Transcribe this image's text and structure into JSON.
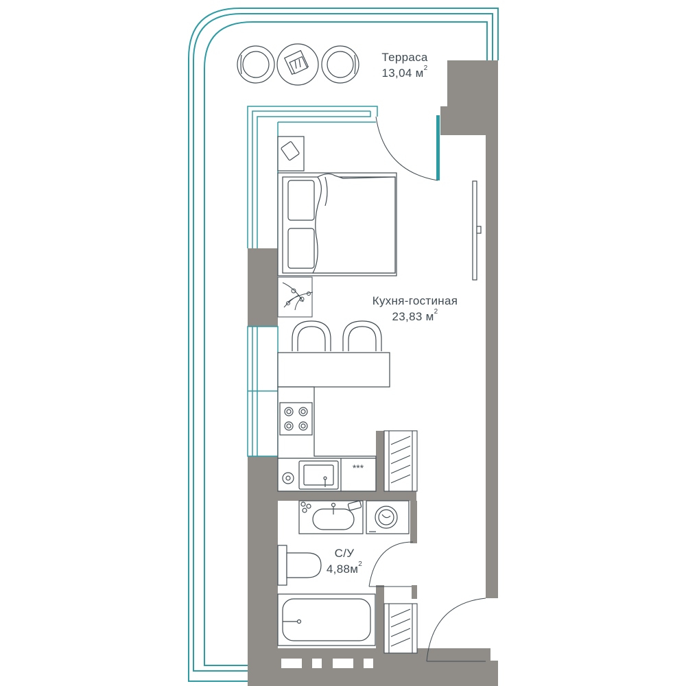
{
  "colors": {
    "wall": "#908d89",
    "terrace_outline": "#2c9ca4",
    "glazing": "#2c9ca4",
    "furniture_stroke": "#3f4b52",
    "text": "#3d4a52",
    "background": "#ffffff"
  },
  "rooms": {
    "terrace": {
      "name": "Терраса",
      "area_value": "13,04 м",
      "area_sup": "2"
    },
    "kitchen_living": {
      "name": "Кухня-гостиная",
      "area_value": "23,83 м",
      "area_sup": "2"
    },
    "bathroom": {
      "name": "С/У",
      "area_value": "4,88м",
      "area_sup": "2"
    }
  },
  "furniture_icons": [
    "armchair-icon",
    "side-table-icon",
    "armchair-icon",
    "nightstand-icon",
    "double-bed-icon",
    "plant-icon",
    "bar-stool-icon",
    "bar-stool-icon",
    "bar-counter-icon",
    "cooktop-icon",
    "kitchen-sink-icon",
    "dishwasher-icon",
    "wardrobe-icon",
    "washbasin-icon",
    "washing-machine-icon",
    "toilet-icon",
    "bathtub-icon",
    "entry-door-icon",
    "terrace-door-icon",
    "tv-icon"
  ]
}
